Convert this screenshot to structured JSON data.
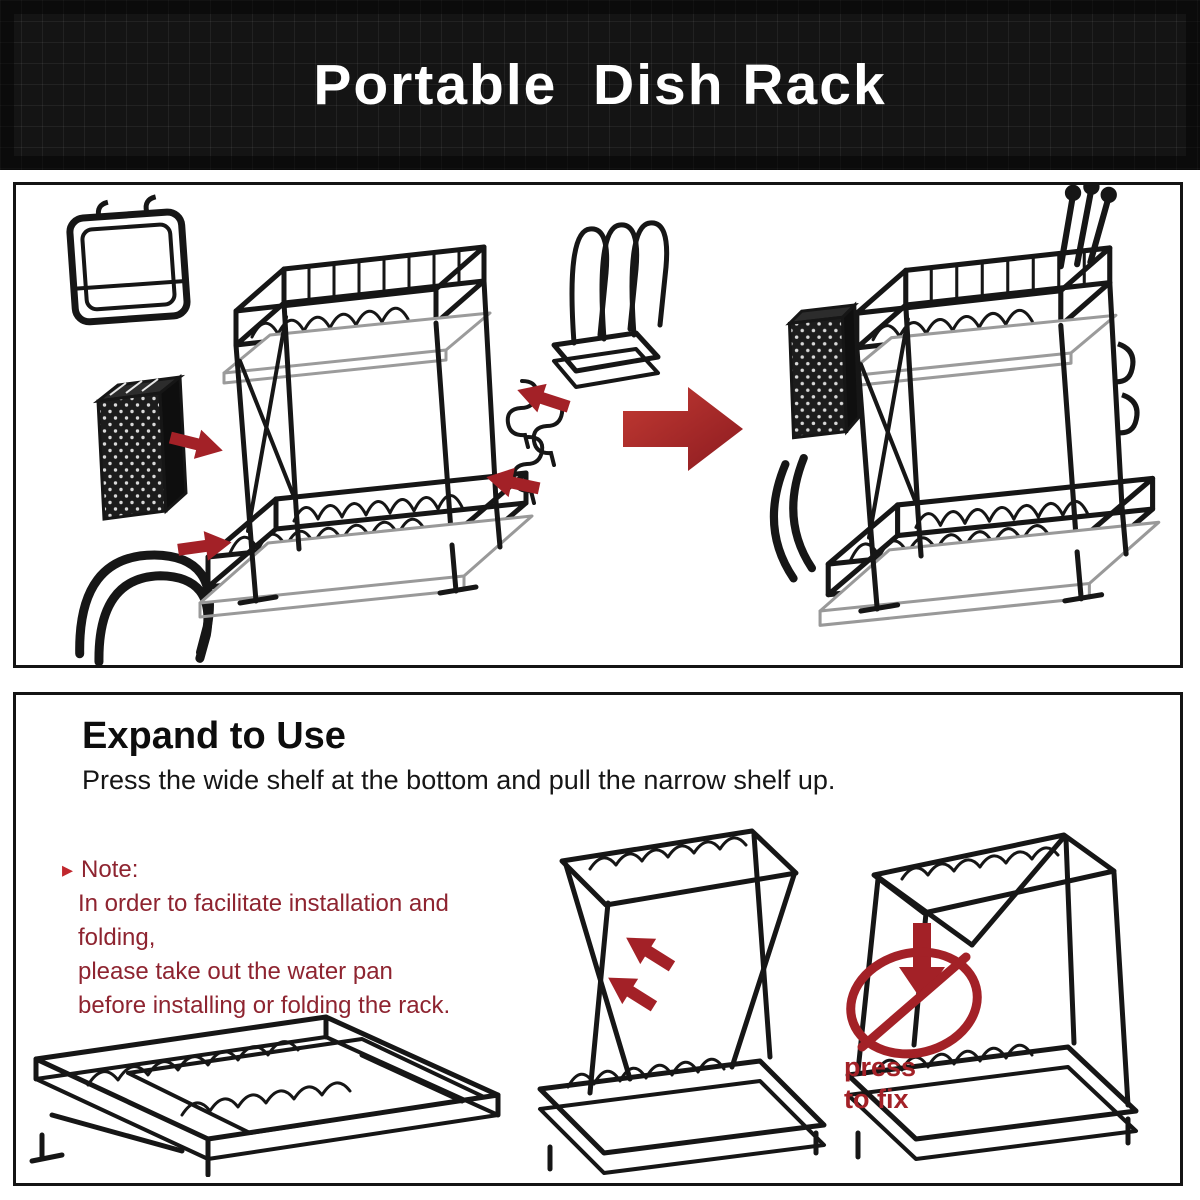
{
  "header": {
    "title": "Portable  Dish Rack"
  },
  "instructions": {
    "heading": "Expand to Use",
    "subtitle": "Press the wide shelf at the bottom and pull the narrow shelf up.",
    "note_marker": "▸",
    "note_label": "Note:",
    "note_lines": [
      "In order to facilitate installation and folding,",
      "please take out the water pan",
      "before installing or folding the rack."
    ],
    "press_to_fix_line1": "press",
    "press_to_fix_line2": "to fix"
  },
  "colors": {
    "header_bg": "#141414",
    "line_art": "#161616",
    "accent_red": "#a32127",
    "note_red": "#8e2430"
  }
}
